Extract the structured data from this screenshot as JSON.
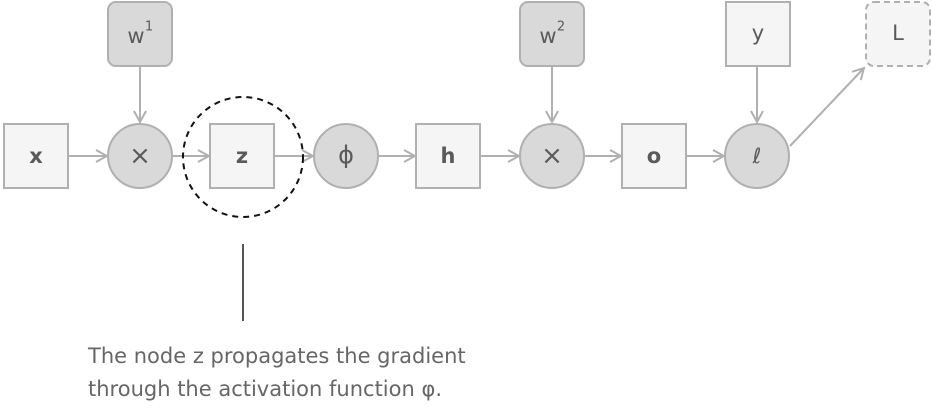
{
  "diagram": {
    "title": "",
    "nodes": [
      {
        "id": "x",
        "label": "x",
        "kind": "variable"
      },
      {
        "id": "w1",
        "label": "w",
        "sup": "1",
        "kind": "parameter"
      },
      {
        "id": "mul1",
        "label": "×",
        "kind": "operation"
      },
      {
        "id": "z",
        "label": "z",
        "kind": "variable"
      },
      {
        "id": "phi",
        "label": "ϕ",
        "kind": "operation"
      },
      {
        "id": "h",
        "label": "h",
        "kind": "variable"
      },
      {
        "id": "w2",
        "label": "w",
        "sup": "2",
        "kind": "parameter"
      },
      {
        "id": "mul2",
        "label": "×",
        "kind": "operation"
      },
      {
        "id": "o",
        "label": "o",
        "kind": "variable"
      },
      {
        "id": "y",
        "label": "y",
        "kind": "variable"
      },
      {
        "id": "loss",
        "label": "ℓ",
        "kind": "operation"
      },
      {
        "id": "L",
        "label": "L",
        "kind": "output"
      }
    ],
    "edges": [
      [
        "x",
        "mul1"
      ],
      [
        "w1",
        "mul1"
      ],
      [
        "mul1",
        "z"
      ],
      [
        "z",
        "phi"
      ],
      [
        "phi",
        "h"
      ],
      [
        "h",
        "mul2"
      ],
      [
        "w2",
        "mul2"
      ],
      [
        "mul2",
        "o"
      ],
      [
        "o",
        "loss"
      ],
      [
        "y",
        "loss"
      ],
      [
        "loss",
        "L"
      ]
    ],
    "highlight": "z",
    "annotation": {
      "line1": "The node z propagates the gradient",
      "line2": "through the activation function φ."
    }
  },
  "colors": {
    "stroke": "#b0b0b0",
    "var_fill": "#f5f5f5",
    "op_fill": "#d9d9d9",
    "text": "#5a5a5a",
    "highlight": "#111111",
    "caption": "#666666"
  }
}
